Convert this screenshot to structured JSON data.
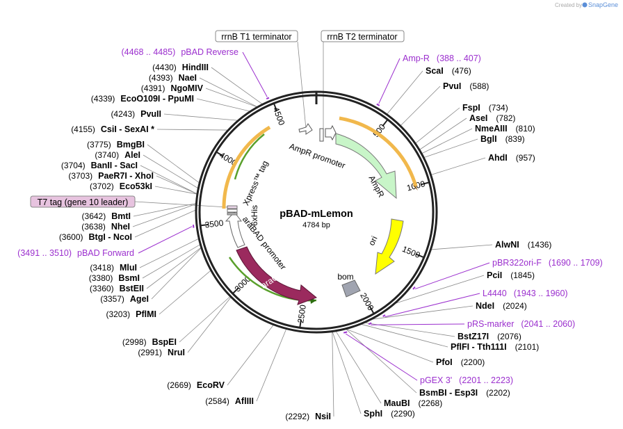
{
  "credit": {
    "created_by": "Created by",
    "brand": "SnapGene"
  },
  "plasmid": {
    "name": "pBAD-mLemon",
    "size": "4784 bp"
  },
  "ticks": [
    "500",
    "1000",
    "1500",
    "2000",
    "2500",
    "3000",
    "3500",
    "4000",
    "4500"
  ],
  "features": [
    {
      "id": "ampr",
      "label": "AmpR",
      "color": "#c8f5c8"
    },
    {
      "id": "ampr_promoter",
      "label": "AmpR promoter",
      "color": "#ffffff"
    },
    {
      "id": "ori",
      "label": "ori",
      "color": "#ffff00"
    },
    {
      "id": "bom",
      "label": "bom",
      "color": "#a0a4b0"
    },
    {
      "id": "arac",
      "label": "araC",
      "color": "#9b2a5e"
    },
    {
      "id": "arabad_promoter",
      "label": "araBAD promoter",
      "color": "#ffffff"
    },
    {
      "id": "xpress",
      "label": "Xpress™ tag",
      "color": "#ffffff"
    },
    {
      "id": "his",
      "label": "6xHis",
      "color": "#ffffff"
    }
  ],
  "callouts": [
    {
      "id": "rrnb_t1",
      "label": "rrnB T1 terminator"
    },
    {
      "id": "rrnb_t2",
      "label": "rrnB T2 terminator"
    },
    {
      "id": "t7tag",
      "label": "T7 tag (gene 10 leader)"
    }
  ],
  "primers": [
    {
      "id": "pbad_rev",
      "name": "pBAD Reverse",
      "range": "(4468 .. 4485)"
    },
    {
      "id": "ampr_p",
      "name": "Amp-R",
      "range": "(388 .. 407)"
    },
    {
      "id": "pbr322",
      "name": "pBR322ori-F",
      "range": "(1690 .. 1709)"
    },
    {
      "id": "l4440",
      "name": "L4440",
      "range": "(1943 .. 1960)"
    },
    {
      "id": "prs",
      "name": "pRS-marker",
      "range": "(2041 .. 2060)"
    },
    {
      "id": "pgex",
      "name": "pGEX 3'",
      "range": "(2201 .. 2223)"
    },
    {
      "id": "pbad_fwd",
      "name": "pBAD Forward",
      "range": "(3491 .. 3510)"
    }
  ],
  "enzymes_left": [
    {
      "pos": "(4430)",
      "name": "HindIII"
    },
    {
      "pos": "(4393)",
      "name": "NaeI"
    },
    {
      "pos": "(4391)",
      "name": "NgoMIV"
    },
    {
      "pos": "(4339)",
      "name": "EcoO109I  - PpuMI"
    },
    {
      "pos": "(4243)",
      "name": "PvuII"
    },
    {
      "pos": "(4155)",
      "name": "CsiI  - SexAI *"
    },
    {
      "pos": "(3775)",
      "name": "BmgBI"
    },
    {
      "pos": "(3740)",
      "name": "AleI"
    },
    {
      "pos": "(3704)",
      "name": "BanII  - SacI"
    },
    {
      "pos": "(3703)",
      "name": "PaeR7I  - XhoI"
    },
    {
      "pos": "(3702)",
      "name": "Eco53kI"
    },
    {
      "pos": "(3642)",
      "name": "BmtI"
    },
    {
      "pos": "(3638)",
      "name": "NheI"
    },
    {
      "pos": "(3600)",
      "name": "BtgI  - NcoI"
    },
    {
      "pos": "(3418)",
      "name": "MluI"
    },
    {
      "pos": "(3380)",
      "name": "BsmI"
    },
    {
      "pos": "(3360)",
      "name": "BstEII"
    },
    {
      "pos": "(3357)",
      "name": "AgeI"
    },
    {
      "pos": "(3203)",
      "name": "PflMI"
    },
    {
      "pos": "(2998)",
      "name": "BspEI"
    },
    {
      "pos": "(2991)",
      "name": "NruI"
    },
    {
      "pos": "(2669)",
      "name": "EcoRV"
    },
    {
      "pos": "(2584)",
      "name": "AflIII"
    },
    {
      "pos": "(2292)",
      "name": "NsiI"
    }
  ],
  "enzymes_right": [
    {
      "name": "ScaI",
      "pos": "(476)"
    },
    {
      "name": "PvuI",
      "pos": "(588)"
    },
    {
      "name": "FspI",
      "pos": "(734)"
    },
    {
      "name": "AseI",
      "pos": "(782)"
    },
    {
      "name": "NmeAIII",
      "pos": "(810)"
    },
    {
      "name": "BglI",
      "pos": "(839)"
    },
    {
      "name": "AhdI",
      "pos": "(957)"
    },
    {
      "name": "AlwNI",
      "pos": "(1436)"
    },
    {
      "name": "PciI",
      "pos": "(1845)"
    },
    {
      "name": "NdeI",
      "pos": "(2024)"
    },
    {
      "name": "BstZ17I",
      "pos": "(2076)"
    },
    {
      "name": "PflFI  - Tth111I",
      "pos": "(2101)"
    },
    {
      "name": "PfoI",
      "pos": "(2200)"
    },
    {
      "name": "BsmBI  - Esp3I",
      "pos": "(2202)"
    },
    {
      "name": "MauBI",
      "pos": "(2268)"
    },
    {
      "name": "SphI",
      "pos": "(2290)"
    }
  ]
}
